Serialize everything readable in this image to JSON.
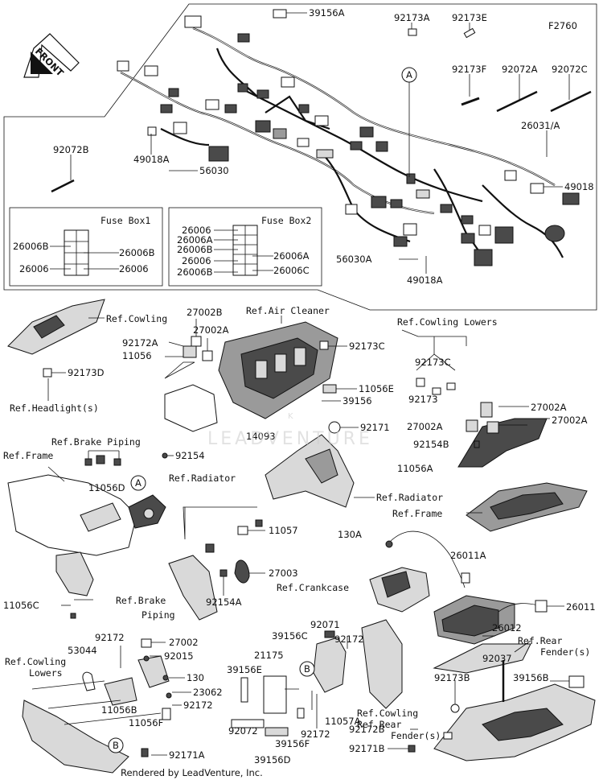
{
  "figure_code": "F2760",
  "front_label": "FRONT",
  "callout_a": "A",
  "callout_b": "B",
  "footer": "Rendered by LeadVenture, Inc.",
  "watermark": "LEADVENTURE",
  "fuse_box1": {
    "title": "Fuse Box1",
    "left": [
      "26006B",
      "26006"
    ],
    "right": [
      "26006B",
      "26006"
    ]
  },
  "fuse_box2": {
    "title": "Fuse Box2",
    "left": [
      "26006",
      "26006A",
      "26006B",
      "26006",
      "26006B"
    ],
    "right": [
      "26006A",
      "26006C"
    ]
  },
  "labels": {
    "p39156A": "39156A",
    "p92173A": "92173A",
    "p92173E": "92173E",
    "p92173F": "92173F",
    "p92072A": "92072A",
    "p92072C": "92072C",
    "p26031A": "26031/A",
    "p92072B": "92072B",
    "p49018A": "49018A",
    "p56030": "56030",
    "p49018": "49018",
    "p56030A": "56030A",
    "p49018A2": "49018A",
    "refCowling": "Ref.Cowling",
    "p27002B": "27002B",
    "p27002A": "27002A",
    "p92172A": "92172A",
    "p11056": "11056",
    "p92173D": "92173D",
    "refHeadlight": "Ref.Headlight(s)",
    "refAirCleaner": "Ref.Air Cleaner",
    "p92173C": "92173C",
    "p11056E": "11056E",
    "p39156": "39156",
    "p14093": "14093",
    "refCowlingLowers": "Ref.Cowling Lowers",
    "p92173C2": "92173C",
    "p92173": "92173",
    "p27002A2": "27002A",
    "p27002A3": "27002A",
    "p27002A4": "27002A",
    "p92154B": "92154B",
    "p11056A": "11056A",
    "refBrakePiping": "Ref.Brake Piping",
    "refFrame": "Ref.Frame",
    "p92154": "92154",
    "p11056D": "11056D",
    "p92171": "92171",
    "refRadiator": "Ref.Radiator",
    "refFrame2": "Ref.Frame",
    "refRadiator2": "Ref.Radiator",
    "p11057": "11057",
    "p27003": "27003",
    "p92154A": "92154A",
    "p11056C": "11056C",
    "refBrakePiping2": "Ref.Brake",
    "refBrakePiping2b": "Piping",
    "p130A": "130A",
    "p26011A": "26011A",
    "refCrankcase": "Ref.Crankcase",
    "p26011": "26011",
    "p26012": "26012",
    "refRearFender": "Ref.Rear",
    "refRearFenderb": "Fender(s)",
    "p92037": "92037",
    "p39156B": "39156B",
    "p92173B": "92173B",
    "p92172B": "92172B",
    "p92171B": "92171B",
    "refCowlingRearFender": "Ref.Cowling",
    "refCowlingRearFender2": "Ref.Rear",
    "refCowlingRearFender3": "Fender(s)",
    "p92071": "92071",
    "p92172c": "92172",
    "p39156C": "39156C",
    "p21175": "21175",
    "p39156E": "39156E",
    "p92072": "92072",
    "p92172d": "92172",
    "p39156F": "39156F",
    "p39156D": "39156D",
    "p11057A": "11057A",
    "p92172e": "92172",
    "p27002": "27002",
    "p53044": "53044",
    "p92015": "92015",
    "refCowlingLowers2": "Ref.Cowling",
    "refCowlingLowers2b": "Lowers",
    "p130": "130",
    "p23062": "23062",
    "p11056B": "11056B",
    "p11056F": "11056F",
    "p92172f": "92172",
    "p92171A": "92171A"
  }
}
